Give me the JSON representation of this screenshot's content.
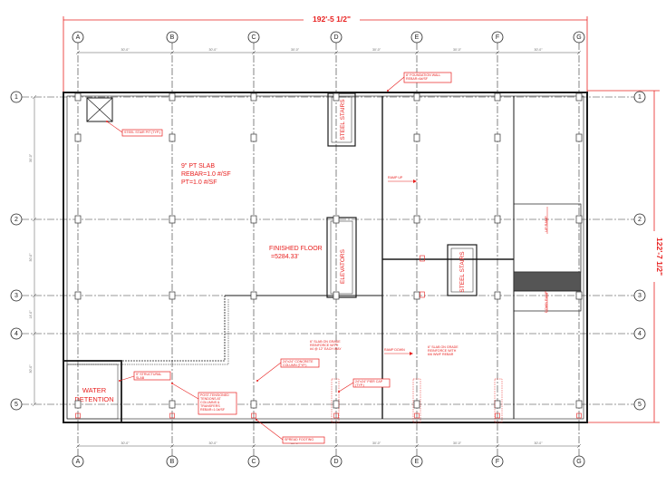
{
  "grid": {
    "columns": [
      "A",
      "B",
      "C",
      "D",
      "E",
      "F",
      "G"
    ],
    "rows": [
      "1",
      "2",
      "3",
      "4",
      "5"
    ],
    "top_spacing_labels": [
      "30'-0\"",
      "30'-0\"",
      "30'-0\"",
      "30'-0\"",
      "30'-0\"",
      "30'-0\""
    ],
    "bottom_spacing_labels": [
      "30'-0\"",
      "30'-0\"",
      "30'-0\"",
      "30'-0\"",
      "30'-0\"",
      "30'-0\""
    ],
    "left_spacing_labels": [
      "30'-0\"",
      "30'-0\"",
      "14'-0\"",
      "30'-0\""
    ]
  },
  "dimensions": {
    "overall_width": "192'-5 1/2\"",
    "overall_height": "122'-7 1/2\""
  },
  "slab_note": {
    "line1": "9\" PT SLAB",
    "line2": "REBAR=1.0 #/SF",
    "line3": "PT=1.0 #/SF"
  },
  "finished_floor": {
    "line1": "FINISHED FLOOR",
    "line2": "=5284.33'"
  },
  "rooms": {
    "stairs_north": "STEEL STAIRS",
    "elevators": "ELEVATORS",
    "stairs_east": "STEEL STAIRS",
    "water_detention_line1": "WATER",
    "water_detention_line2": "DETENTION",
    "up_ramp": "UP RAMP",
    "down_ramp": "DOWN RAMP"
  },
  "ramps": {
    "ramp_up": "RAMP UP",
    "ramp_down": "RAMP DOWN"
  },
  "callouts": {
    "top_wall": [
      "8\" FOUNDATION WALL",
      "REBAR=6#/SF"
    ],
    "steel_pipe": [
      "STEEL STAIR PIT (TYP.)"
    ],
    "sog_left": [
      "6\" SLAB ON GRADE",
      "REINFORCE WITH",
      "#4 @ 12\" EACH WAY"
    ],
    "sog_right": [
      "6\" SLAB ON GRADE",
      "REINFORCE WITH",
      "6/6 WWF REBAR"
    ],
    "structural_slab": [
      "9\" STRUCTURAL",
      "SLAB"
    ],
    "pt_strands": [
      "POST-TENSIONED",
      "TENDONS AT",
      "COLUMNS &",
      "TRANSFERS",
      "REBAR=1.0#/SF"
    ],
    "column_c": [
      "24\"x24\" CONCRETE",
      "COLUMN (TYP.)"
    ],
    "column_d": [
      "24\"x24\" PIER CAP",
      "(TYP.)"
    ],
    "footing": [
      "SPREAD FOOTING"
    ]
  }
}
